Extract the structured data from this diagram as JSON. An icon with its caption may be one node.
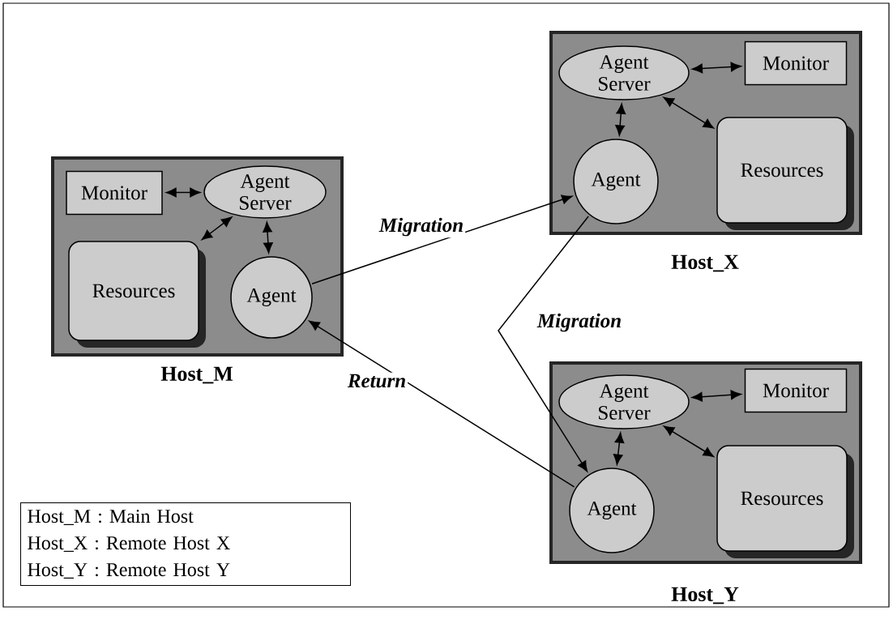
{
  "diagram": {
    "nodes": [
      {
        "text": [
          "Host_M"
        ]
      },
      {
        "text": [
          "Monitor"
        ],
        "in": 0
      },
      {
        "text": [
          "Agent Server"
        ],
        "in": 0
      },
      {
        "text": [
          "Resources"
        ],
        "in": 0
      },
      {
        "text": [
          "Agent"
        ],
        "in": 0
      },
      {
        "text": [
          "Host_X"
        ]
      },
      {
        "text": [
          "Agent Server"
        ],
        "in": 5
      },
      {
        "text": [
          "Monitor"
        ],
        "in": 5
      },
      {
        "text": [
          "Agent"
        ],
        "in": 5
      },
      {
        "text": [
          "Resources"
        ],
        "in": 5
      },
      {
        "text": [
          "Host_Y"
        ]
      },
      {
        "text": [
          "Agent Server"
        ],
        "in": 10
      },
      {
        "text": [
          "Monitor"
        ],
        "in": 10
      },
      {
        "text": [
          "Agent"
        ],
        "in": 10
      },
      {
        "text": [
          "Resources"
        ],
        "in": 10
      },
      {
        "text": [
          "Host_M : Main Host",
          "Host_X : Remote Host X",
          "Host_Y : Remote Host Y"
        ]
      }
    ],
    "edges": [
      {
        "from": 1,
        "to": 2,
        "arrow": "both"
      },
      {
        "from": 2,
        "to": 3,
        "arrow": "both"
      },
      {
        "from": 2,
        "to": 4,
        "arrow": "both"
      },
      {
        "from": 4,
        "to": 8,
        "arrow": "to",
        "label": "Migration"
      },
      {
        "from": 6,
        "to": 7,
        "arrow": "both"
      },
      {
        "from": 6,
        "to": 8,
        "arrow": "both"
      },
      {
        "from": 6,
        "to": 9,
        "arrow": "both"
      },
      {
        "from": 8,
        "to": 13,
        "arrow": "to",
        "label": "Migration"
      },
      {
        "from": 11,
        "to": 12,
        "arrow": "both"
      },
      {
        "from": 11,
        "to": 13,
        "arrow": "both"
      },
      {
        "from": 11,
        "to": 14,
        "arrow": "both"
      },
      {
        "from": 13,
        "to": 4,
        "arrow": "to",
        "label": "Return"
      }
    ]
  }
}
